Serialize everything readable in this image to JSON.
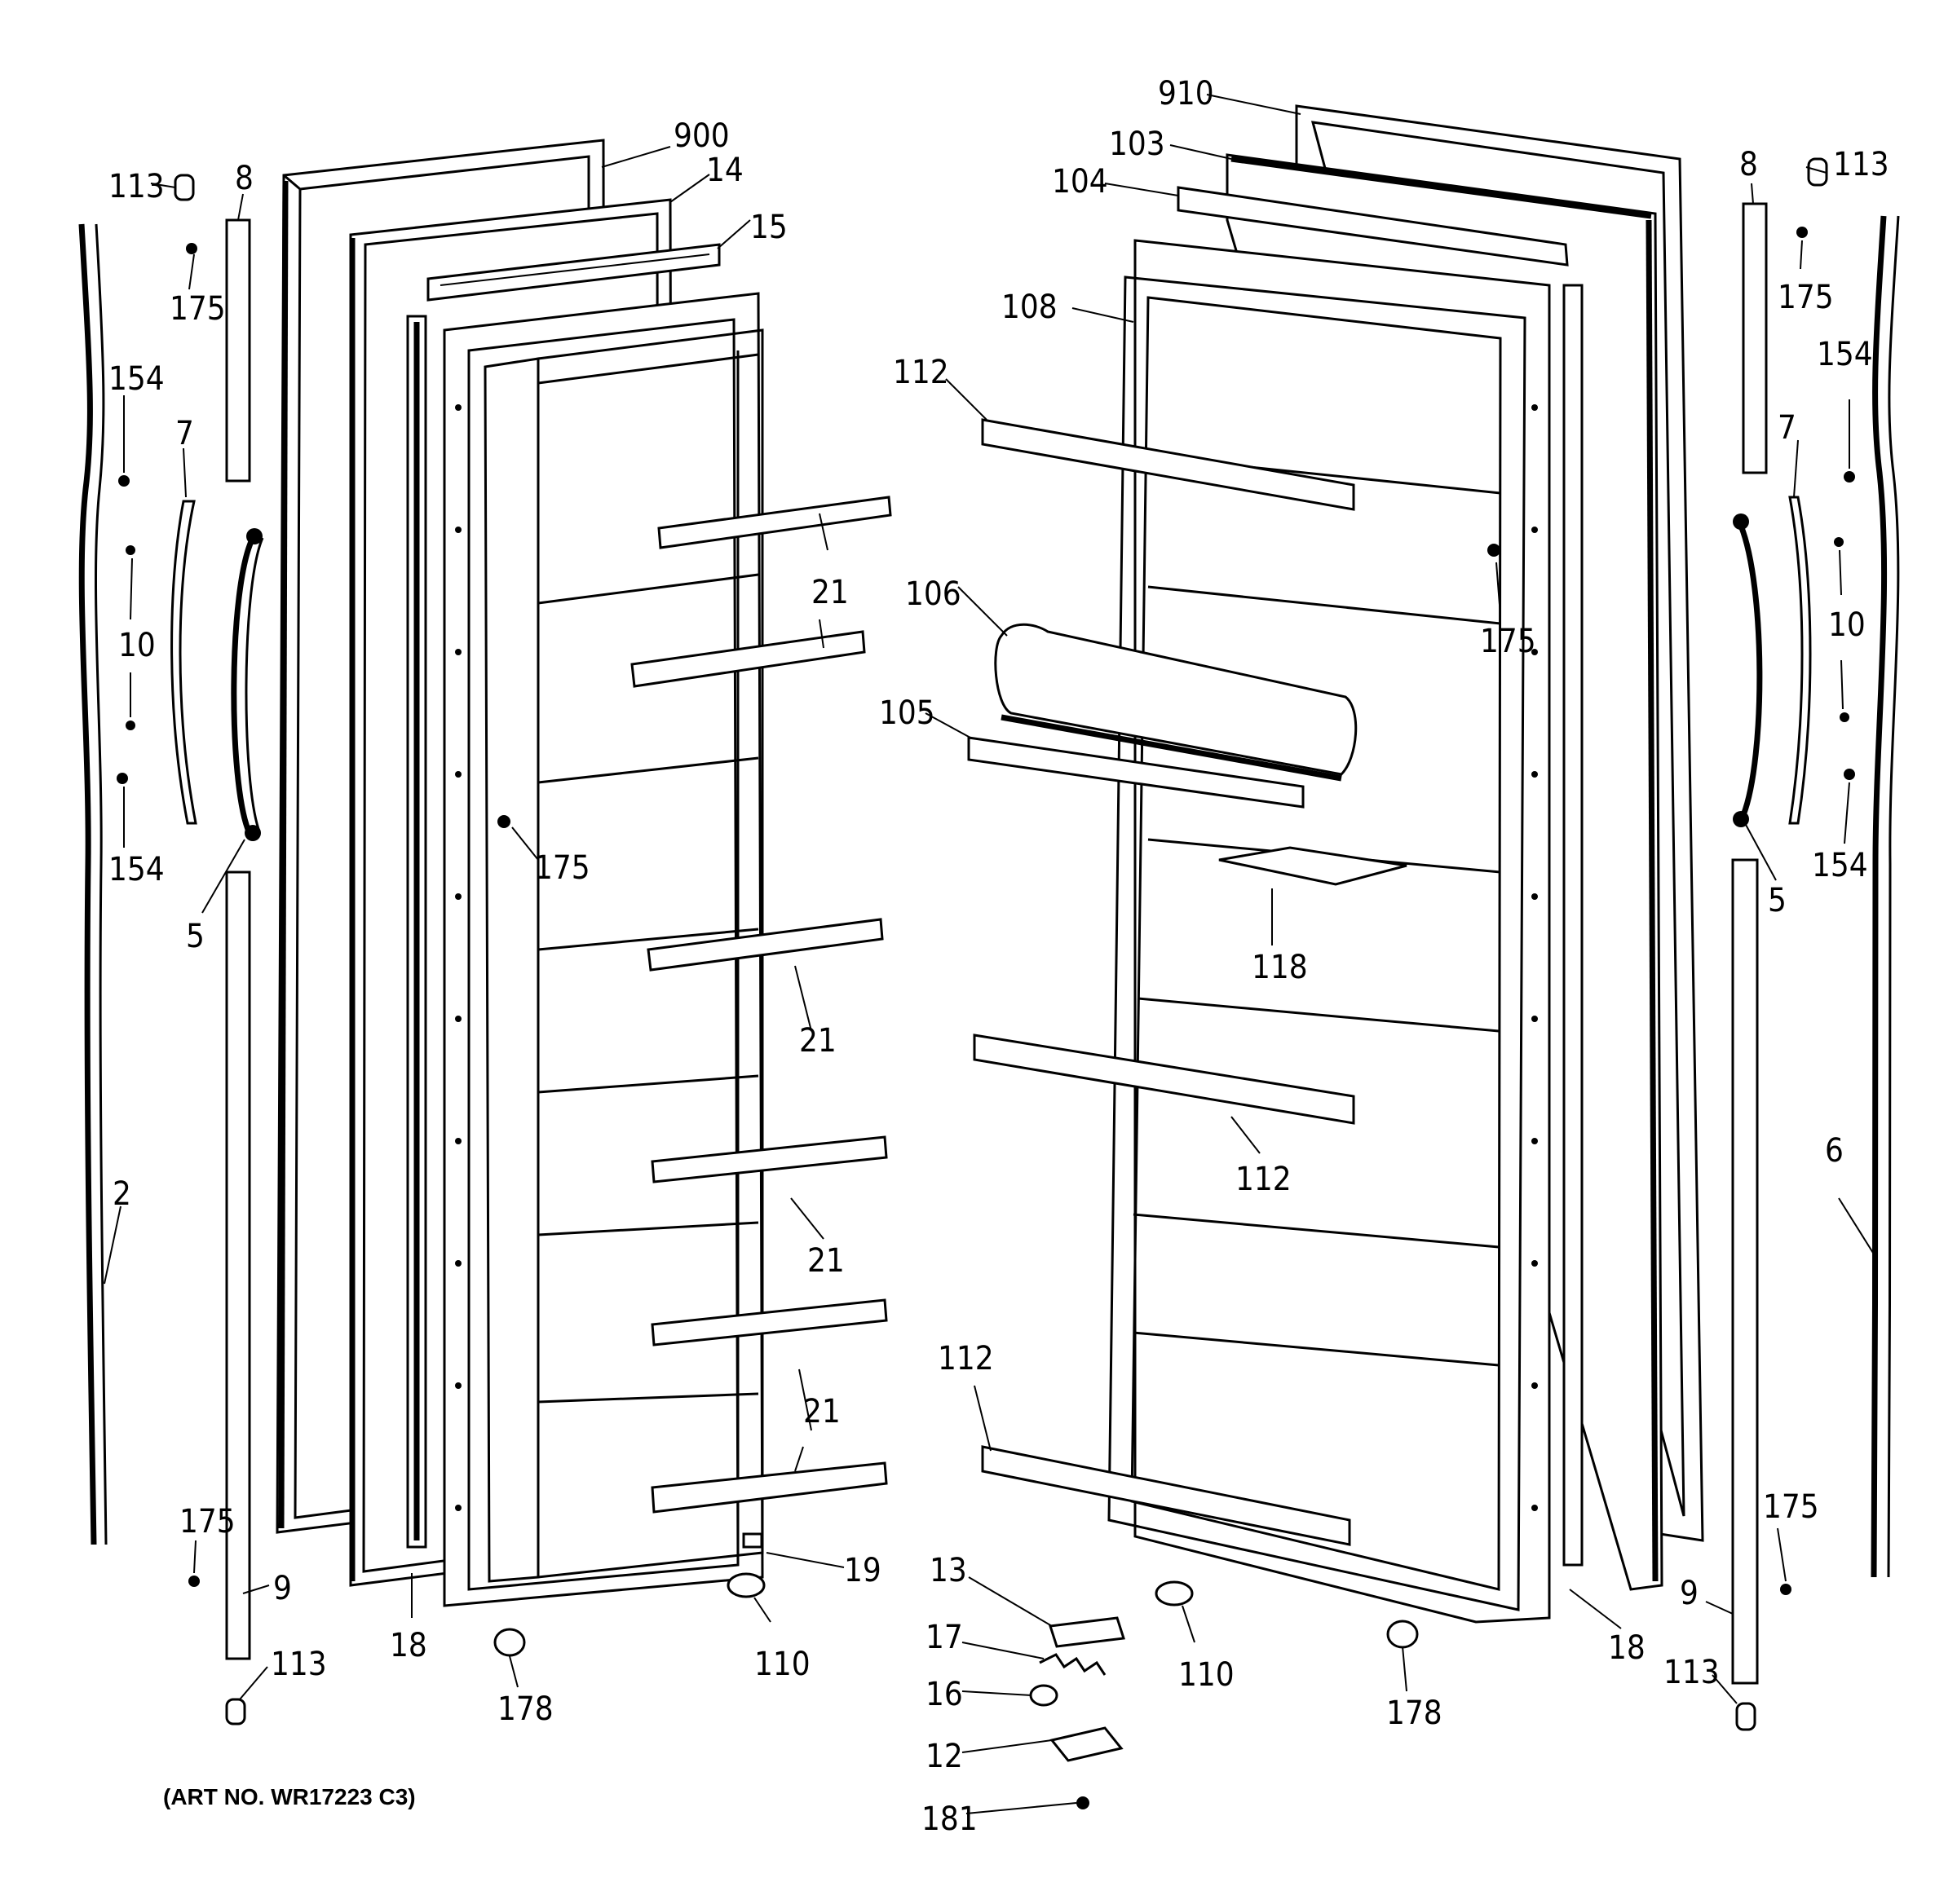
{
  "caption": "(ART NO. WR17223 C3)",
  "labels": {
    "l900": "900",
    "l14": "14",
    "l15": "15",
    "l113": "113",
    "l8": "8",
    "l175": "175",
    "l154": "154",
    "l7": "7",
    "l10": "10",
    "l5": "5",
    "l2": "2",
    "l9": "9",
    "l18": "18",
    "l21": "21",
    "l178": "178",
    "l19": "19",
    "l110": "110",
    "l910": "910",
    "l103": "103",
    "l104": "104",
    "l108": "108",
    "l112": "112",
    "l106": "106",
    "l105": "105",
    "l118": "118",
    "l6": "6",
    "l13": "13",
    "l17": "17",
    "l16": "16",
    "l12": "12",
    "l181": "181"
  }
}
